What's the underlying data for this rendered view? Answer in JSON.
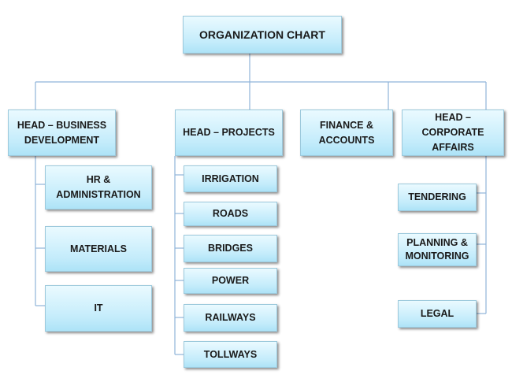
{
  "title": "ORGANIZATION CHART",
  "heads": {
    "business": "HEAD – BUSINESS DEVELOPMENT",
    "projects": "HEAD – PROJECTS",
    "finance": "FINANCE & ACCOUNTS",
    "corporate": "HEAD – CORPORATE AFFAIRS"
  },
  "business_units": [
    "HR & ADMINISTRATION",
    "MATERIALS",
    "IT"
  ],
  "project_units": [
    "IRRIGATION",
    "ROADS",
    "BRIDGES",
    "POWER",
    "RAILWAYS",
    "TOLLWAYS"
  ],
  "corporate_units": [
    "TENDERING",
    "PLANNING & MONITORING",
    "LEGAL"
  ],
  "colors": {
    "line": "#8fb3d9",
    "box": "#c4ecfb"
  }
}
